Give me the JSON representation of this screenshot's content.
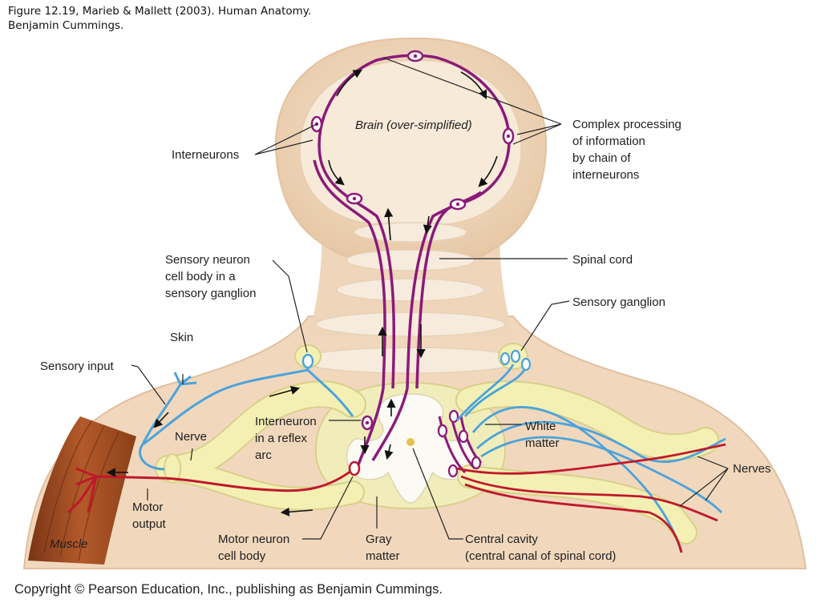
{
  "caption": {
    "line1": "Figure 12.19, Marieb & Mallett (2003). Human Anatomy.",
    "line2": "Benjamin Cummings."
  },
  "labels": {
    "brain": "Brain (over-simplified)",
    "complex": [
      "Complex processing",
      "of information",
      "by chain of",
      "interneurons"
    ],
    "interneurons": "Interneurons",
    "sensory_cell_body": [
      "Sensory neuron",
      "cell body in a",
      "sensory ganglion"
    ],
    "spinal_cord": "Spinal cord",
    "sensory_ganglion": "Sensory ganglion",
    "skin": "Skin",
    "sensory_input": "Sensory input",
    "nerve": "Nerve",
    "interneuron_reflex": [
      "Interneuron",
      "in a reflex",
      "arc"
    ],
    "white_matter": [
      "White",
      "matter"
    ],
    "nerves": "Nerves",
    "motor_output": [
      "Motor",
      "output"
    ],
    "muscle": "Muscle",
    "motor_cell_body": [
      "Motor neuron",
      "cell body"
    ],
    "gray_matter": [
      "Gray",
      "matter"
    ],
    "central_cavity": [
      "Central cavity",
      "(central canal of spinal cord)"
    ]
  },
  "colors": {
    "body": "#f3dcc2",
    "interneuron": "#8b1a7a",
    "sensory": "#4aa3dc",
    "motor": "#c0182b",
    "nerve_sheath": "#f4f0b4",
    "muscle": "#9a4a22"
  },
  "copyright": "Copyright © Pearson Education, Inc., publishing as Benjamin Cummings."
}
